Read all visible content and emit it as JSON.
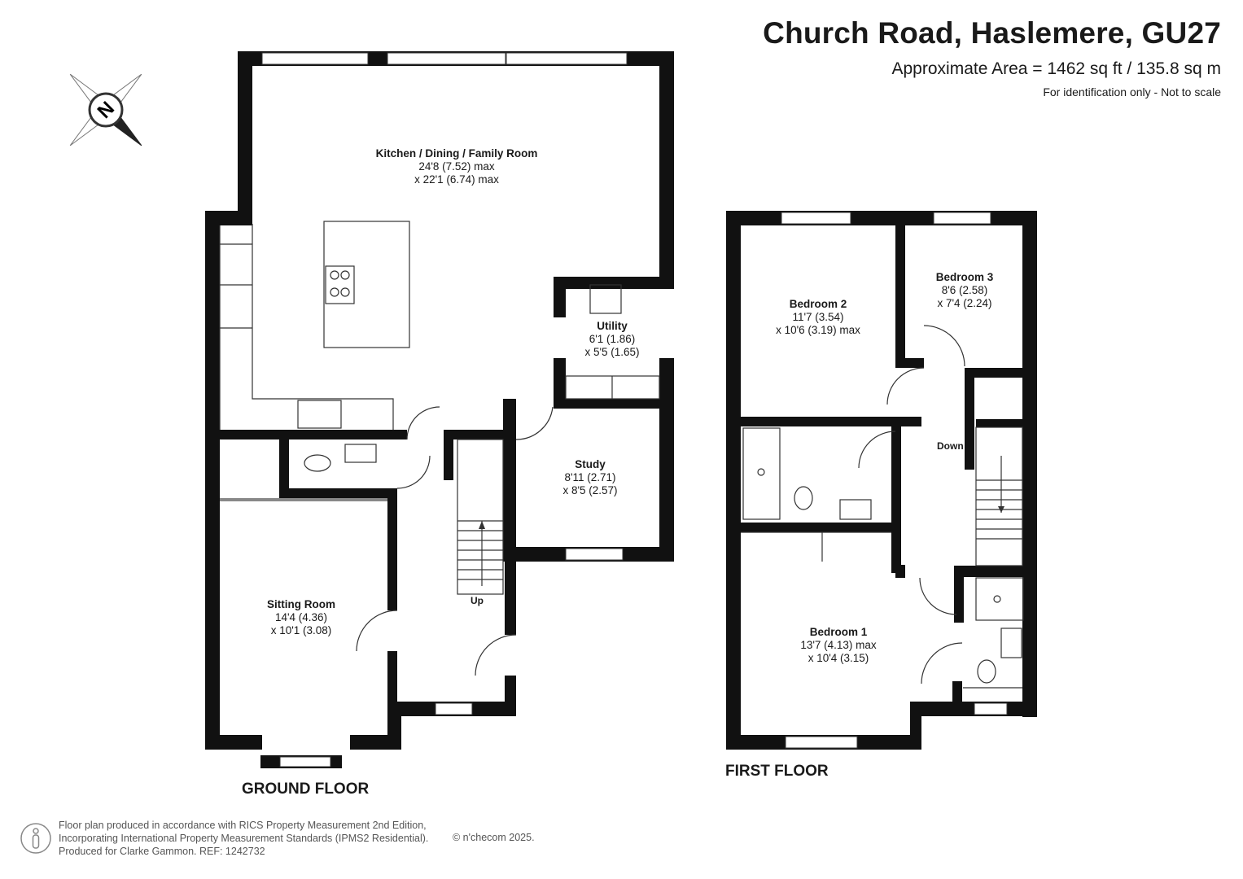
{
  "header": {
    "title": "Church Road, Haslemere, GU27",
    "area": "Approximate Area = 1462 sq ft / 135.8 sq m",
    "note": "For identification only - Not to scale"
  },
  "compass": {
    "letter": "N"
  },
  "ground_floor": {
    "label": "GROUND FLOOR",
    "rooms": {
      "kitchen": {
        "name": "Kitchen / Dining / Family Room",
        "dim1": "24'8 (7.52) max",
        "dim2": "x 22'1 (6.74) max"
      },
      "utility": {
        "name": "Utility",
        "dim1": "6'1 (1.86)",
        "dim2": "x 5'5 (1.65)"
      },
      "study": {
        "name": "Study",
        "dim1": "8'11 (2.71)",
        "dim2": "x 8'5 (2.57)"
      },
      "sitting": {
        "name": "Sitting Room",
        "dim1": "14'4 (4.36)",
        "dim2": "x 10'1 (3.08)"
      }
    },
    "stairs_label": "Up"
  },
  "first_floor": {
    "label": "FIRST FLOOR",
    "rooms": {
      "bedroom2": {
        "name": "Bedroom 2",
        "dim1": "11'7 (3.54)",
        "dim2": "x 10'6 (3.19) max"
      },
      "bedroom3": {
        "name": "Bedroom 3",
        "dim1": "8'6 (2.58)",
        "dim2": "x 7'4 (2.24)"
      },
      "bedroom1": {
        "name": "Bedroom 1",
        "dim1": "13'7 (4.13) max",
        "dim2": "x 10'4 (3.15)"
      }
    },
    "stairs_label": "Down"
  },
  "footer": {
    "line1": "Floor plan produced in accordance with RICS Property Measurement 2nd Edition,",
    "line2": "Incorporating International Property Measurement Standards (IPMS2 Residential).",
    "line3": "Produced for Clarke Gammon.   REF:  1242732",
    "credit": "© n'checom 2025."
  }
}
